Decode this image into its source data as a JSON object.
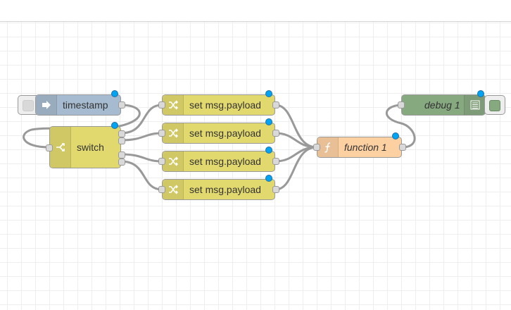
{
  "workspace": {
    "grid": true
  },
  "colors": {
    "inject": "#a6bbcf",
    "switch": "#e2d96e",
    "change": "#e2d96e",
    "function": "#fdd0a2",
    "debug": "#87a980",
    "wire": "#999999",
    "status": "#00a4f2"
  },
  "nodes": {
    "timestamp": {
      "label": "timestamp",
      "icon": "inject-arrow-icon"
    },
    "switch": {
      "label": "switch",
      "icon": "switch-icon"
    },
    "change1": {
      "label": "set msg.payload",
      "icon": "shuffle-icon"
    },
    "change2": {
      "label": "set msg.payload",
      "icon": "shuffle-icon"
    },
    "change3": {
      "label": "set msg.payload",
      "icon": "shuffle-icon"
    },
    "change4": {
      "label": "set msg.payload",
      "icon": "shuffle-icon"
    },
    "function1": {
      "label": "function 1",
      "icon": "function-icon"
    },
    "debug1": {
      "label": "debug 1",
      "icon": "debug-list-icon"
    }
  }
}
